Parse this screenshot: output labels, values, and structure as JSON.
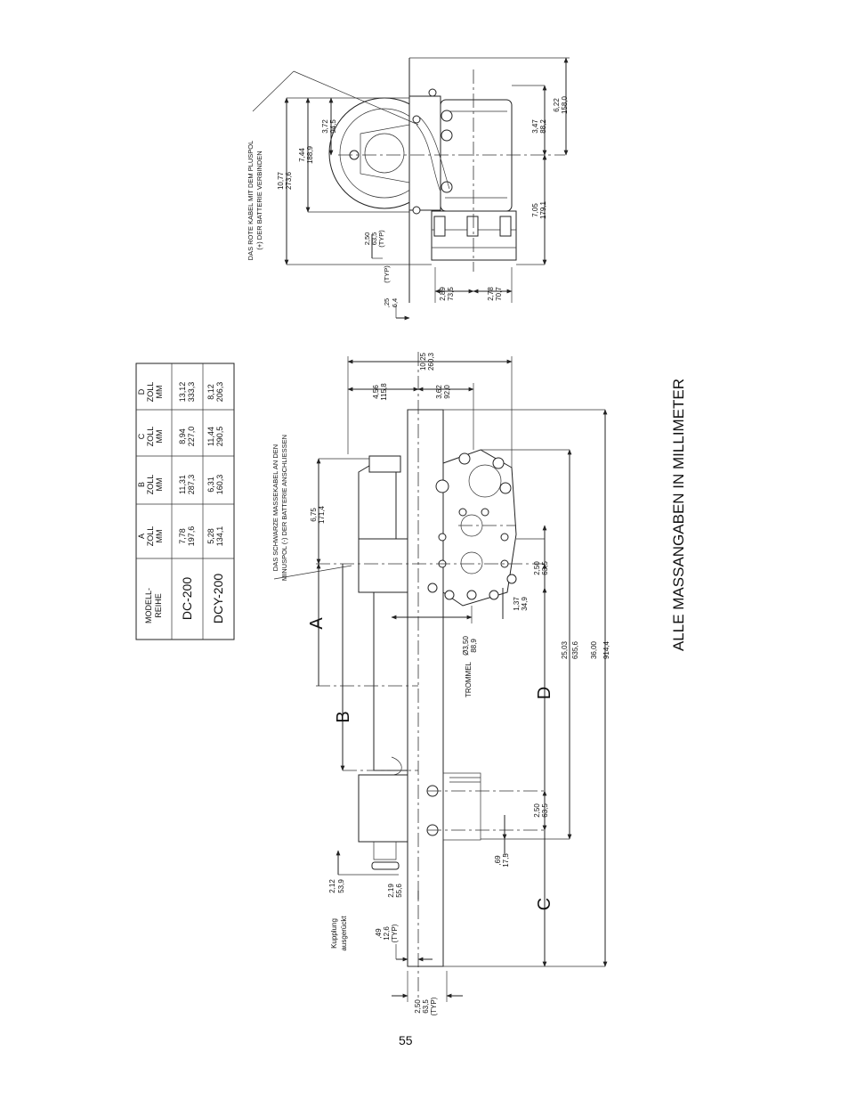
{
  "page_number": "55",
  "heading": "ALLE MASSANGABEN IN MILLIMETER",
  "table": {
    "header": {
      "model": [
        "MODELL-",
        "REIHE"
      ],
      "a": [
        "A",
        "ZOLL",
        "MM"
      ],
      "b": [
        "B",
        "ZOLL",
        "MM"
      ],
      "c": [
        "C",
        "ZOLL",
        "MM"
      ],
      "d": [
        "D",
        "ZOLL",
        "MM"
      ]
    },
    "rows": [
      {
        "model": "DC-200",
        "a": [
          "7,78",
          "197,6"
        ],
        "b": [
          "11,31",
          "287,3"
        ],
        "c": [
          "8,94",
          "227,0"
        ],
        "d": [
          "13,12",
          "333,3"
        ]
      },
      {
        "model": "DCY-200",
        "a": [
          "5,28",
          "134,1"
        ],
        "b": [
          "6,31",
          "160,3"
        ],
        "c": [
          "11,44",
          "290,5"
        ],
        "d": [
          "8,12",
          "206,3"
        ]
      }
    ]
  },
  "side_view": {
    "callout_red": [
      "DAS ROTE KABEL MIT DEM PLUSPOL",
      "(+) DER BATTERIE VERBINDEN"
    ],
    "dims": {
      "d1077": [
        "10,77",
        "273,6"
      ],
      "d744": [
        "7,44",
        "188,9"
      ],
      "d372": [
        "3,72",
        "94,5"
      ],
      "d250typ": [
        "2,50",
        "63,5",
        "(TYP)"
      ],
      "d25typ": [
        ",25",
        "6,4",
        "(TYP)"
      ],
      "d289": [
        "2,89",
        "73,5"
      ],
      "d278": [
        "2,78",
        "70,7"
      ],
      "d622": [
        "6,22",
        "158,0"
      ],
      "d347": [
        "3,47",
        "88,2"
      ],
      "d705": [
        "7,05",
        "179,1"
      ]
    }
  },
  "main_view": {
    "callout_black": [
      "DAS SCHWARZE MASSEKABEL AN DEN",
      "MINUSPOL (-) DER BATTERIE ANSCHLIESSEN"
    ],
    "letters": {
      "a": "A",
      "b": "B",
      "c": "C",
      "d": "D"
    },
    "drum_label": "TROMMEL",
    "clutch_label": [
      "Kupplung",
      "ausgerückt"
    ],
    "dims": {
      "d1025": [
        "10,25",
        "260,3"
      ],
      "d456": [
        "4,56",
        "115,8"
      ],
      "d362": [
        "3,62",
        "92,0"
      ],
      "d675": [
        "6,75",
        "171,4"
      ],
      "d350": [
        "Ø3,50",
        "88,9"
      ],
      "d137": [
        "1,37",
        "34,9"
      ],
      "d250a": [
        "2,50",
        "63,5"
      ],
      "d2503": [
        "25,03",
        "635,6"
      ],
      "d3600": [
        "36,00",
        "914,4"
      ],
      "d250b": [
        "2,50",
        "63,5"
      ],
      "d069": [
        ",69",
        "17,5"
      ],
      "d212": [
        "2,12",
        "53,9"
      ],
      "d219": [
        "2,19",
        "55,6"
      ],
      "d049": [
        ",49",
        "12,6",
        "(TYP)"
      ],
      "d250typ": [
        "2,50",
        "63,5",
        "(TYP)"
      ]
    }
  }
}
